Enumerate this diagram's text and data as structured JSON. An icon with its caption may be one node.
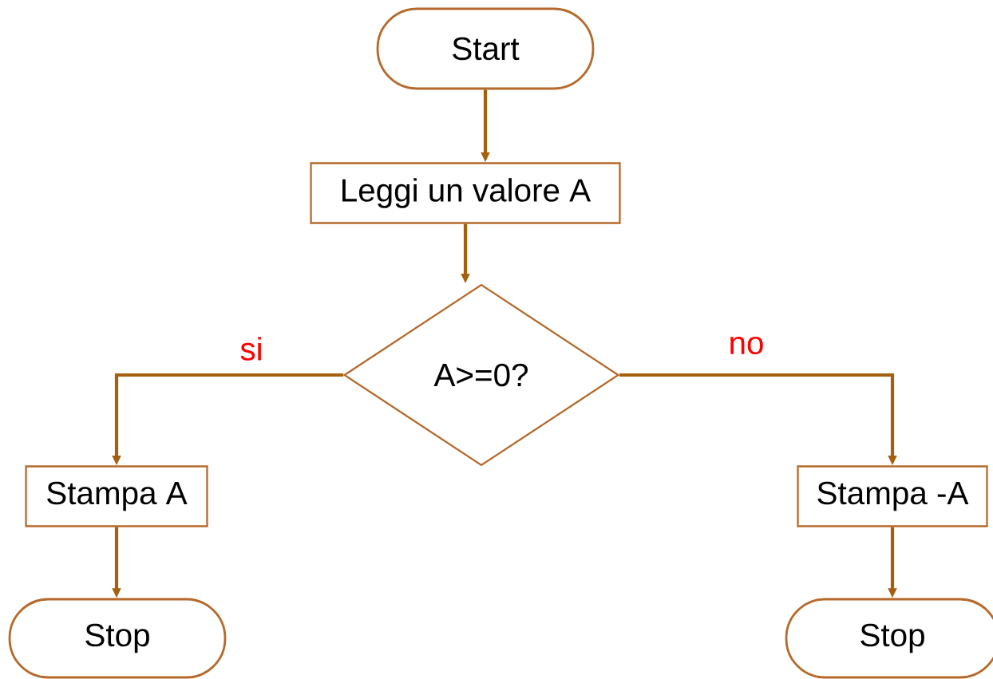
{
  "diagram": {
    "nodes": [
      {
        "text": [
          "Start"
        ]
      },
      {
        "text": [
          "Leggi un valore A"
        ]
      },
      {
        "text": [
          "A>=0?"
        ]
      },
      {
        "text": [
          "Stampa A"
        ]
      },
      {
        "text": [
          "Stampa -A"
        ]
      },
      {
        "text": [
          "Stop"
        ]
      },
      {
        "text": [
          "Stop"
        ]
      }
    ],
    "edges": [
      {
        "from": 0,
        "to": 1,
        "arrow": "to"
      },
      {
        "from": 1,
        "to": 2,
        "arrow": "to"
      },
      {
        "from": 2,
        "to": 3,
        "arrow": "to",
        "label": "si"
      },
      {
        "from": 2,
        "to": 4,
        "arrow": "to",
        "label": "no"
      },
      {
        "from": 3,
        "to": 5,
        "arrow": "to"
      },
      {
        "from": 4,
        "to": 6,
        "arrow": "to"
      }
    ]
  }
}
